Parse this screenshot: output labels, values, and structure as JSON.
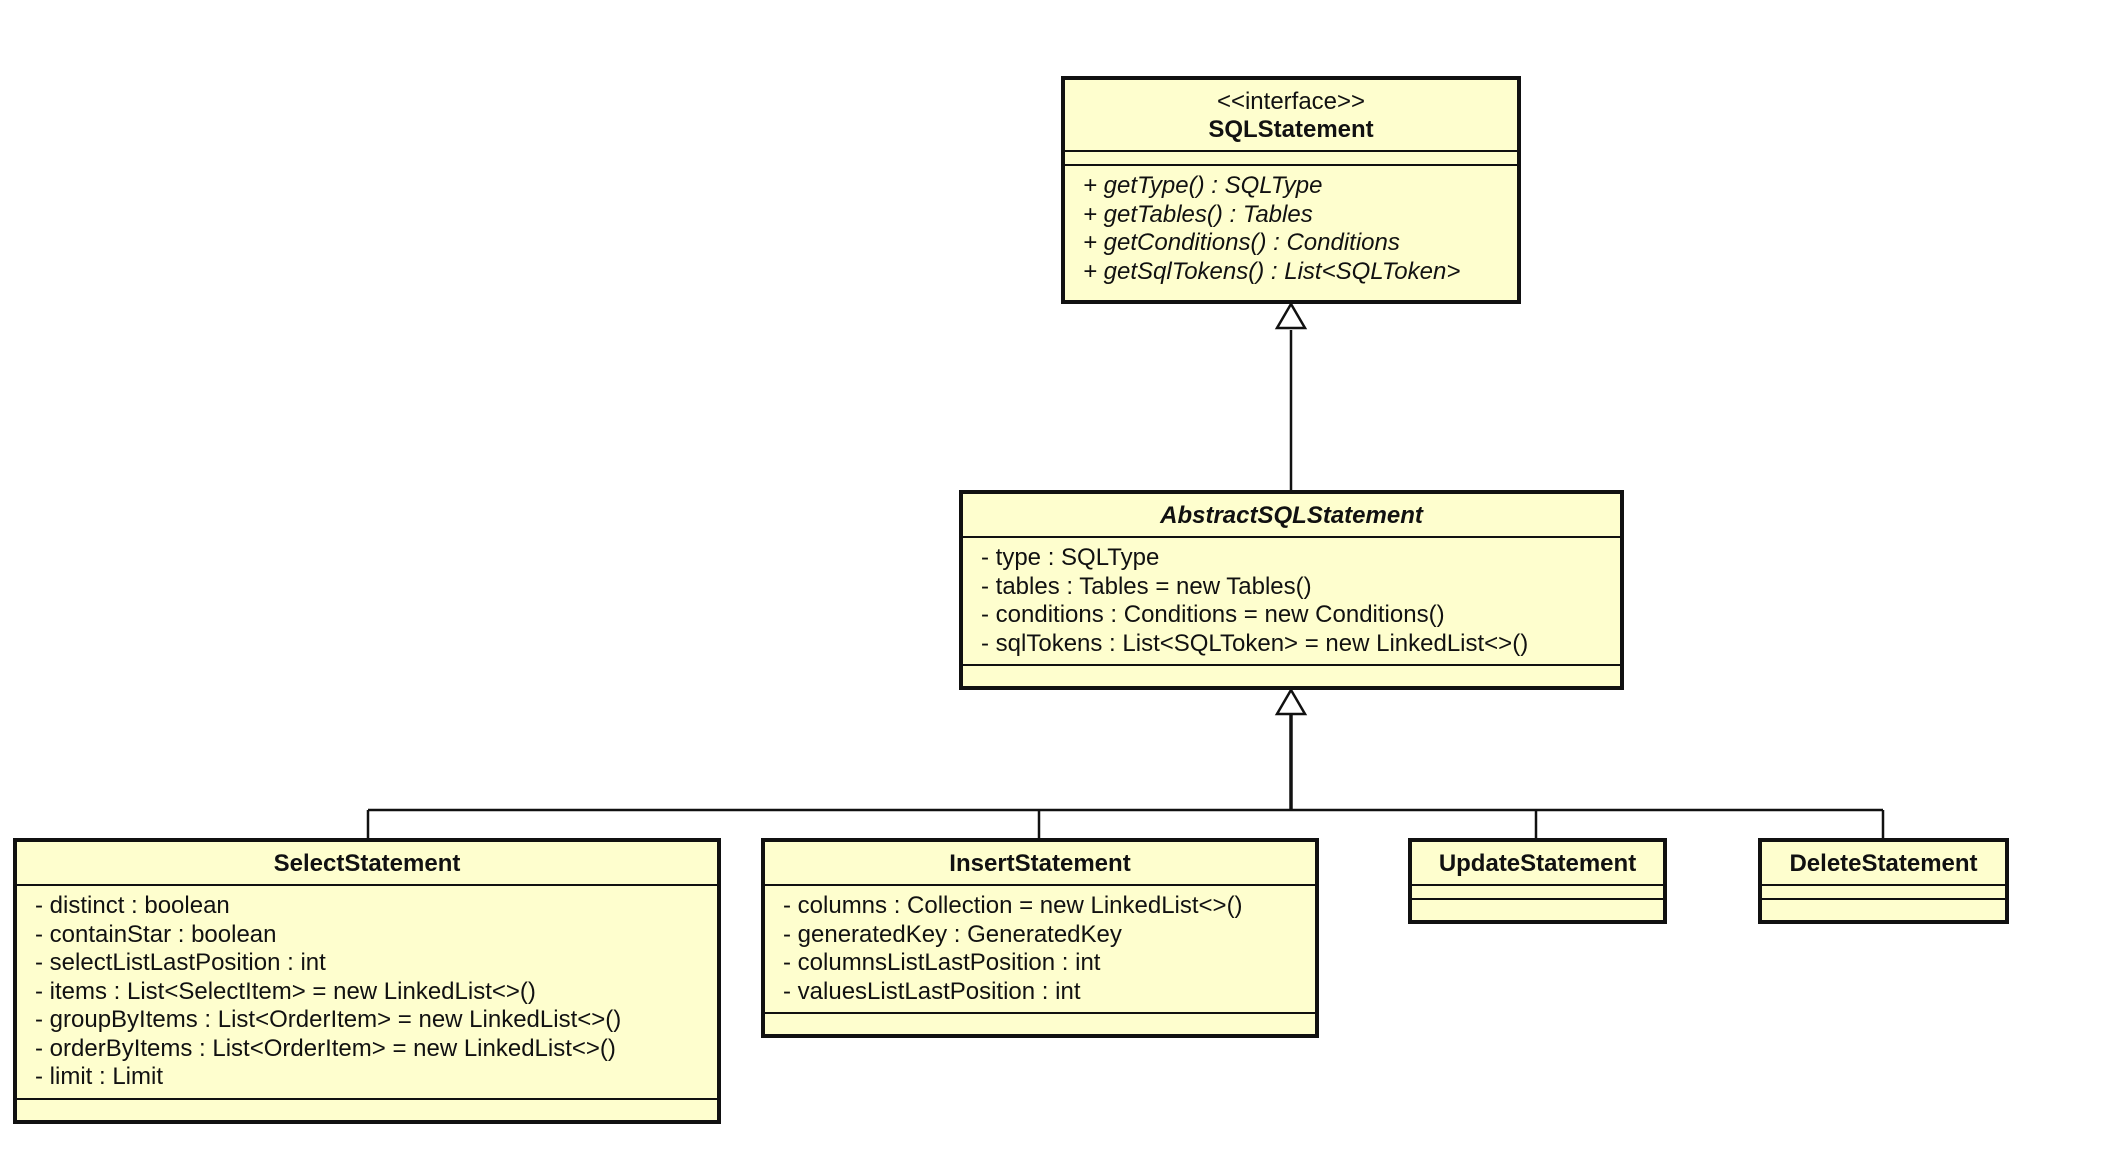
{
  "interface": {
    "stereotype": "<<interface>>",
    "name": "SQLStatement",
    "operations": [
      "+ getType() : SQLType",
      "+ getTables() : Tables",
      "+ getConditions() : Conditions",
      "+ getSqlTokens() : List<SQLToken>"
    ]
  },
  "abstract_class": {
    "name": "AbstractSQLStatement",
    "attributes": [
      "- type : SQLType",
      "- tables : Tables = new Tables()",
      "- conditions : Conditions = new Conditions()",
      "- sqlTokens : List<SQLToken> = new LinkedList<>()"
    ]
  },
  "select": {
    "name": "SelectStatement",
    "attributes": [
      "- distinct : boolean",
      "- containStar : boolean",
      "- selectListLastPosition : int",
      "- items : List<SelectItem> = new LinkedList<>()",
      "- groupByItems : List<OrderItem> = new LinkedList<>()",
      "- orderByItems : List<OrderItem> = new LinkedList<>()",
      "- limit : Limit"
    ]
  },
  "insert": {
    "name": "InsertStatement",
    "attributes": [
      "- columns : Collection = new LinkedList<>()",
      "- generatedKey : GeneratedKey",
      "- columnsListLastPosition : int",
      "- valuesListLastPosition : int"
    ]
  },
  "update": {
    "name": "UpdateStatement"
  },
  "delete": {
    "name": "DeleteStatement"
  },
  "colors": {
    "box_fill": "#fefece",
    "stroke": "#111111"
  }
}
